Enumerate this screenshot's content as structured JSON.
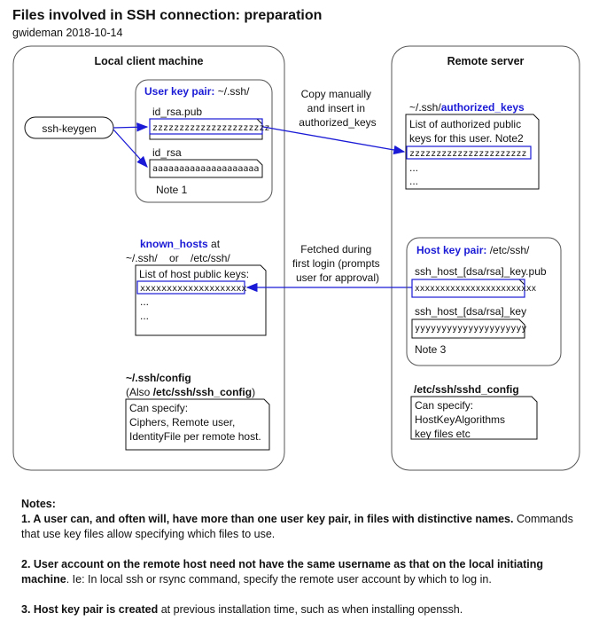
{
  "title": "Files involved in SSH connection: preparation",
  "subtitle": "gwideman 2018-10-14",
  "local": {
    "heading": "Local client machine",
    "keygen": "ssh-keygen",
    "user_key_pair_label": "User key pair:",
    "user_key_pair_path": " ~/.ssh/",
    "pub_file": "id_rsa.pub",
    "pub_content": "zzzzzzzzzzzzzzzzzzzzzz",
    "priv_file": "id_rsa",
    "priv_content": "aaaaaaaaaaaaaaaaaaaa",
    "note1": "Note 1",
    "known_hosts_label": "known_hosts",
    "known_hosts_at": " at",
    "known_hosts_paths": "~/.ssh/    or    /etc/ssh/",
    "known_hosts_list_title": "List of host public keys:",
    "known_hosts_entry": "xxxxxxxxxxxxxxxxxxxx",
    "ellipsis": "...",
    "config_title": "~/.ssh/config",
    "config_also_prefix": "(Also ",
    "config_also_path": "/etc/ssh/ssh_config",
    "config_also_suffix": ")",
    "config_lines": [
      "Can specify:",
      "Ciphers, Remote user,",
      "IdentityFile per remote host."
    ]
  },
  "remote": {
    "heading": "Remote server",
    "auth_keys_prefix": "~/.ssh/",
    "auth_keys_name": "authorized_keys",
    "auth_lines": [
      "List of authorized  public",
      "keys for this user. Note2"
    ],
    "auth_entry": "zzzzzzzzzzzzzzzzzzzzzz",
    "host_key_pair_label": "Host key pair:",
    "host_key_pair_path": " /etc/ssh/",
    "host_pub_file": "ssh_host_[dsa/rsa]_key.pub",
    "host_pub_content": "xxxxxxxxxxxxxxxxxxxxxxxx",
    "host_priv_file": "ssh_host_[dsa/rsa]_key",
    "host_priv_content": "yyyyyyyyyyyyyyyyyyyyy",
    "note3": "Note 3",
    "sshd_title": "/etc/ssh/sshd_config",
    "sshd_lines": [
      "Can specify:",
      "HostKeyAlgorithms",
      "key files etc"
    ]
  },
  "arrows": {
    "copy_label": [
      "Copy manually",
      "and insert in",
      "authorized_keys"
    ],
    "fetch_label": [
      "Fetched during",
      "first login (prompts",
      "user for approval)"
    ]
  },
  "notes": {
    "heading": "Notes:",
    "n1_bold": "1. A user can, and often will, have more than one user key pair, in files with distinctive names.",
    "n1_rest": " Commands that use key files allow specifying which files to use.",
    "n2_bold": "2. User account on the remote host need not have the same username as that on the local initiating machine",
    "n2_rest": ". Ie: In local ssh or rsync command, specify the remote user account by which to log in.",
    "n3_bold": "3. Host key pair is created",
    "n3_rest": " at previous installation time, such as when installing openssh."
  },
  "colors": {
    "arrow": "#1a1ad6",
    "box_border": "#111111",
    "label_blue": "#1a1ad6"
  }
}
